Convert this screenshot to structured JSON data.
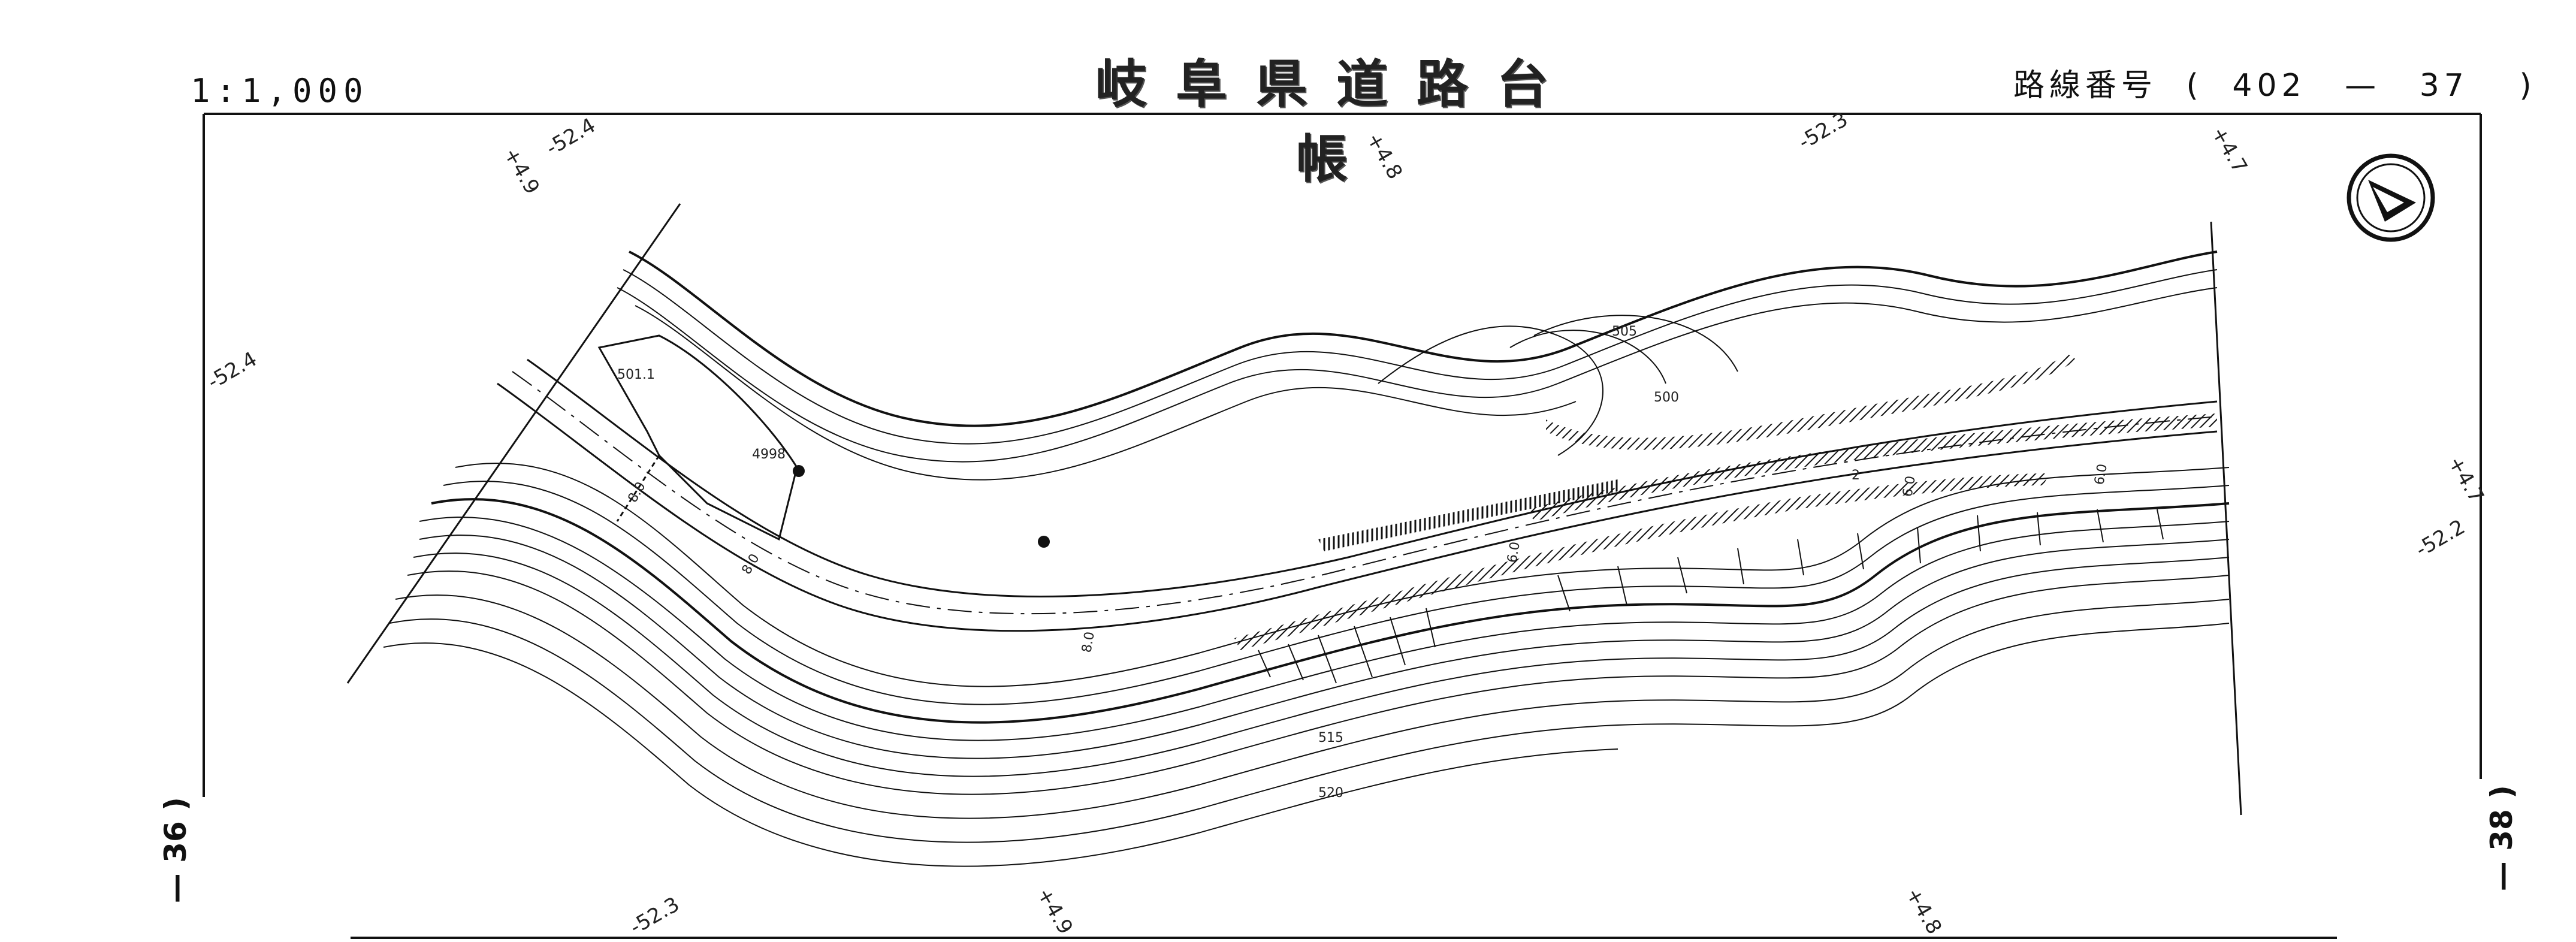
{
  "header": {
    "title": "岐阜県道路台帳",
    "scale": "1:1,000",
    "route_label": "路線番号",
    "route_open": "(",
    "route_primary": "402",
    "route_dash": "—",
    "route_secondary": "37",
    "route_close": ")"
  },
  "sheet_refs": {
    "left": "— 36 )",
    "right": "— 38 )"
  },
  "grid_marks": {
    "top_1": "+4.9",
    "top_2": "-52.4",
    "top_3": "+4.8",
    "top_4": "-52.3",
    "top_5": "+4.7",
    "left_1": "-52.4",
    "right_1": "+4.7",
    "right_2": "-52.2",
    "bottom_1": "-52.3",
    "bottom_2": "+4.9",
    "bottom_3": "+4.8"
  },
  "map_labels": {
    "elev_501": "501.1",
    "elev_4998": "4998",
    "contour_505": "505",
    "contour_500": "500",
    "contour_515": "515",
    "contour_520": "520",
    "width_1": "8.0",
    "width_2": "8.0",
    "width_3": "8.0",
    "width_4": "6.0",
    "width_5": "6.0",
    "width_6": "6.0",
    "lane_mark": "2"
  },
  "colors": {
    "ink": "#111111",
    "paper": "#ffffff"
  }
}
